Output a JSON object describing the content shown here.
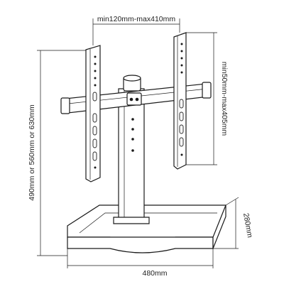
{
  "dimensions": {
    "vesa_width": "min120mm-max410mm",
    "vesa_height": "min50mm-max405mm",
    "total_height": "490mm or 560mm or 630mm",
    "base_depth": "280mm",
    "base_width": "480mm"
  }
}
